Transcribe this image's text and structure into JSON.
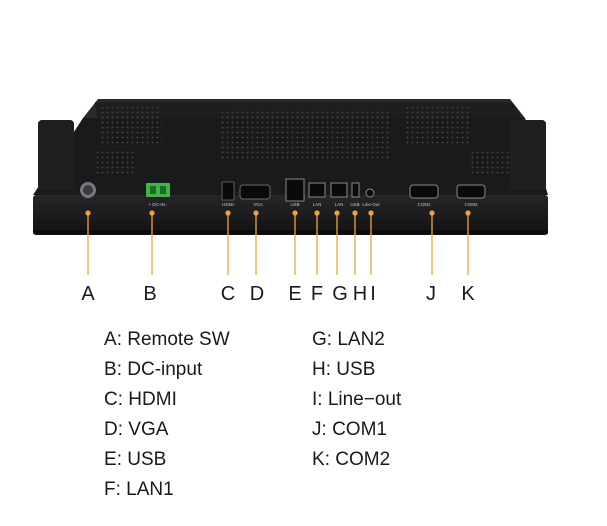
{
  "ports": [
    {
      "letter": "A",
      "name": "Remote SW",
      "silk": ""
    },
    {
      "letter": "B",
      "name": "DC-input",
      "silk": "+ DC-IN -"
    },
    {
      "letter": "C",
      "name": "HDMI",
      "silk": "HDMI"
    },
    {
      "letter": "D",
      "name": "VGA",
      "silk": "VGA"
    },
    {
      "letter": "E",
      "name": "USB",
      "silk": "USB"
    },
    {
      "letter": "F",
      "name": "LAN1",
      "silk": "LAN"
    },
    {
      "letter": "G",
      "name": "LAN2",
      "silk": "LAN"
    },
    {
      "letter": "H",
      "name": "USB",
      "silk": "USB"
    },
    {
      "letter": "I",
      "name": "Line−out",
      "silk": "Line-Out"
    },
    {
      "letter": "J",
      "name": "COM1",
      "silk": "COM1"
    },
    {
      "letter": "K",
      "name": "COM2",
      "silk": "COM2"
    }
  ],
  "colors": {
    "leader": "#f0a33a",
    "chassis": "#1c1c1e",
    "connector": "#3fb54a"
  }
}
